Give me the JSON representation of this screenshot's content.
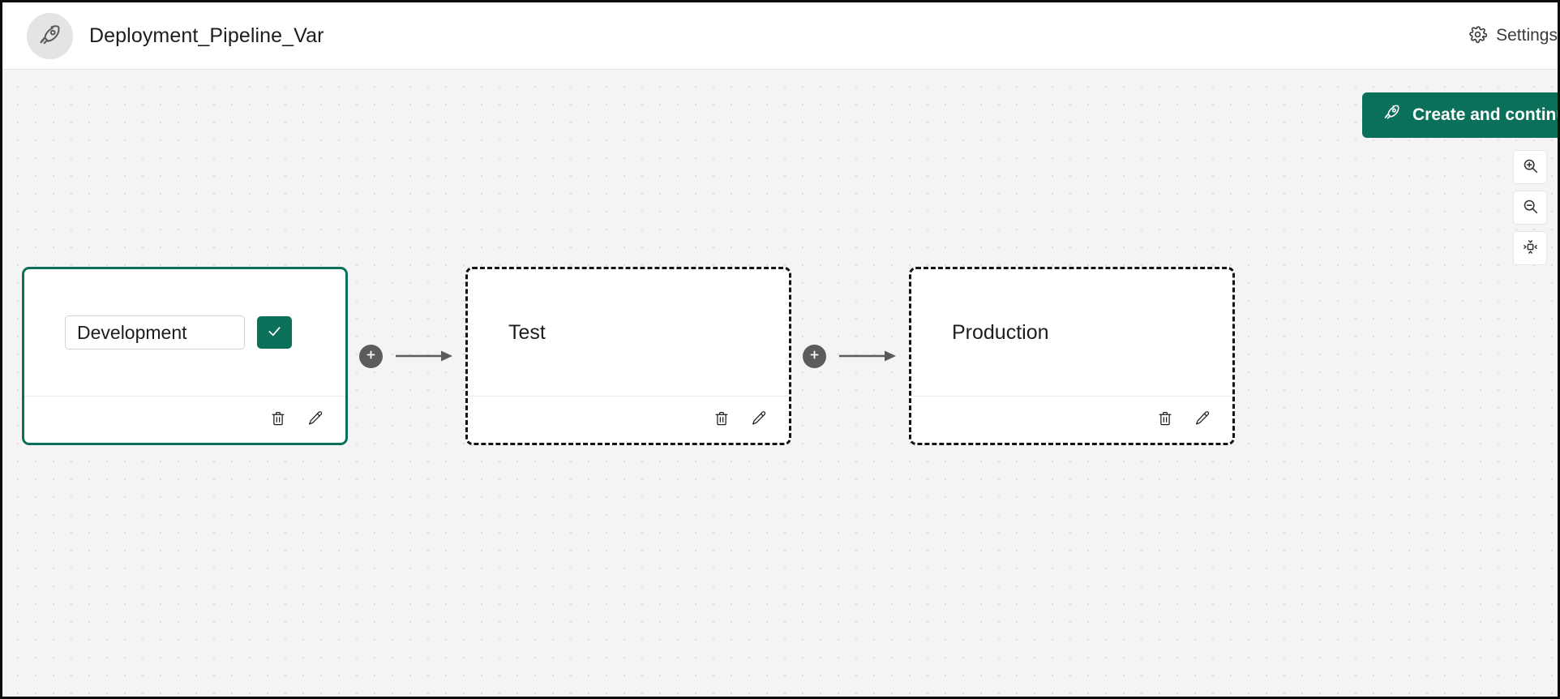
{
  "header": {
    "app_icon": "rocket-icon",
    "title": "Deployment_Pipeline_Var",
    "settings_icon": "gear-icon",
    "settings_label": "Settings"
  },
  "canvas": {
    "primary_action": {
      "icon": "rocket-icon",
      "label": "Create and continue"
    },
    "controls": [
      {
        "name": "zoom-in",
        "icon": "zoom-in-icon"
      },
      {
        "name": "zoom-out",
        "icon": "zoom-out-icon"
      },
      {
        "name": "fit-to-view",
        "icon": "fit-to-view-icon"
      }
    ],
    "connector": {
      "add_icon": "plus-icon",
      "arrow_icon": "arrow-right-icon"
    }
  },
  "pipeline": {
    "stages": [
      {
        "name": "Development",
        "state": "editing",
        "border": "solid",
        "editable": true,
        "confirm_icon": "check-icon",
        "delete_icon": "trash-icon",
        "edit_icon": "pencil-icon"
      },
      {
        "name": "Test",
        "state": "default",
        "border": "dashed",
        "editable": false,
        "delete_icon": "trash-icon",
        "edit_icon": "pencil-icon"
      },
      {
        "name": "Production",
        "state": "default",
        "border": "dashed",
        "editable": false,
        "delete_icon": "trash-icon",
        "edit_icon": "pencil-icon"
      }
    ]
  },
  "colors": {
    "accent": "#0b7059",
    "canvas_bg": "#f4f4f4",
    "node_bg": "#ffffff",
    "connector_gray": "#5b5b5b"
  }
}
